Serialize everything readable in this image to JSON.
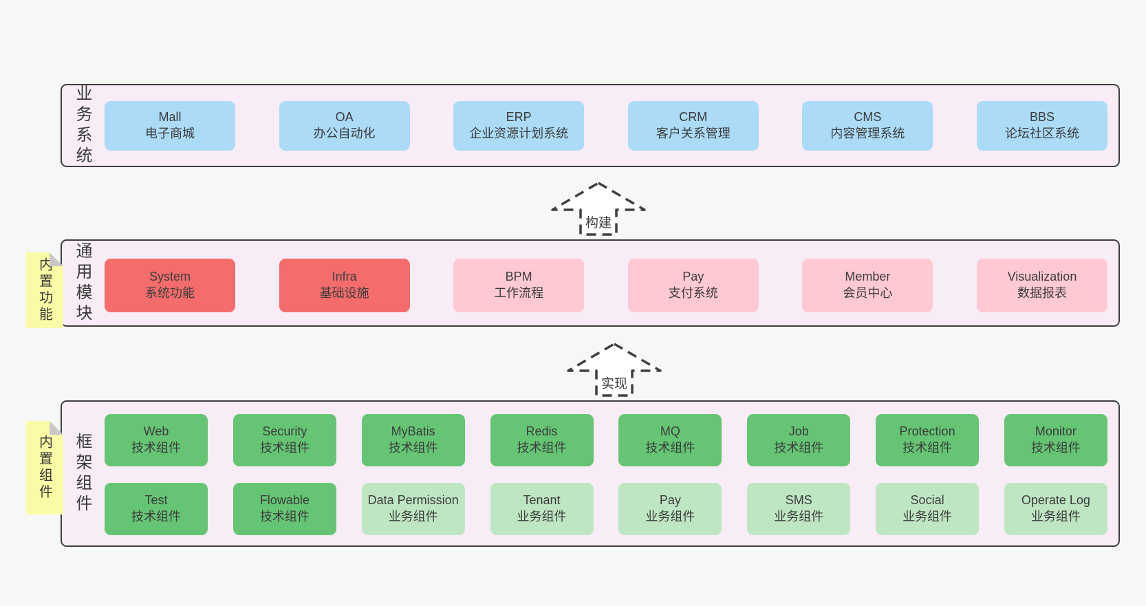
{
  "colors": {
    "page_bg": "#f7f7f7",
    "band_bg": "#f8edf6",
    "band_border": "#3e3e3e",
    "box_blue": "#abdbf6",
    "box_red": "#f56c6c",
    "box_pink": "#fec9d2",
    "box_green": "#65c574",
    "box_green_light": "#bfe6c3",
    "tag_yellow": "#fbfaa6",
    "tag_fold_gray": "#c8c8c8",
    "text": "#3c3c3c"
  },
  "arrows": {
    "build": "构建",
    "implement": "实现"
  },
  "bands": {
    "business": {
      "label": "业务系统",
      "boxes": [
        {
          "en": "Mall",
          "zh": "电子商城"
        },
        {
          "en": "OA",
          "zh": "办公自动化"
        },
        {
          "en": "ERP",
          "zh": "企业资源计划系统"
        },
        {
          "en": "CRM",
          "zh": "客户关系管理"
        },
        {
          "en": "CMS",
          "zh": "内容管理系统"
        },
        {
          "en": "BBS",
          "zh": "论坛社区系统"
        }
      ]
    },
    "modules": {
      "label": "通用模块",
      "tag": "内置功能",
      "boxes": [
        {
          "en": "System",
          "zh": "系统功能"
        },
        {
          "en": "Infra",
          "zh": "基础设施"
        },
        {
          "en": "BPM",
          "zh": "工作流程"
        },
        {
          "en": "Pay",
          "zh": "支付系统"
        },
        {
          "en": "Member",
          "zh": "会员中心"
        },
        {
          "en": "Visualization",
          "zh": "数据报表"
        }
      ]
    },
    "components": {
      "label": "框架组件",
      "tag": "内置组件",
      "row1": [
        {
          "en": "Web",
          "zh": "技术组件"
        },
        {
          "en": "Security",
          "zh": "技术组件"
        },
        {
          "en": "MyBatis",
          "zh": "技术组件"
        },
        {
          "en": "Redis",
          "zh": "技术组件"
        },
        {
          "en": "MQ",
          "zh": "技术组件"
        },
        {
          "en": "Job",
          "zh": "技术组件"
        },
        {
          "en": "Protection",
          "zh": "技术组件"
        },
        {
          "en": "Monitor",
          "zh": "技术组件"
        }
      ],
      "row2": [
        {
          "en": "Test",
          "zh": "技术组件"
        },
        {
          "en": "Flowable",
          "zh": "技术组件"
        },
        {
          "en": "Data Permission",
          "zh": "业务组件"
        },
        {
          "en": "Tenant",
          "zh": "业务组件"
        },
        {
          "en": "Pay",
          "zh": "业务组件"
        },
        {
          "en": "SMS",
          "zh": "业务组件"
        },
        {
          "en": "Social",
          "zh": "业务组件"
        },
        {
          "en": "Operate Log",
          "zh": "业务组件"
        }
      ]
    }
  }
}
